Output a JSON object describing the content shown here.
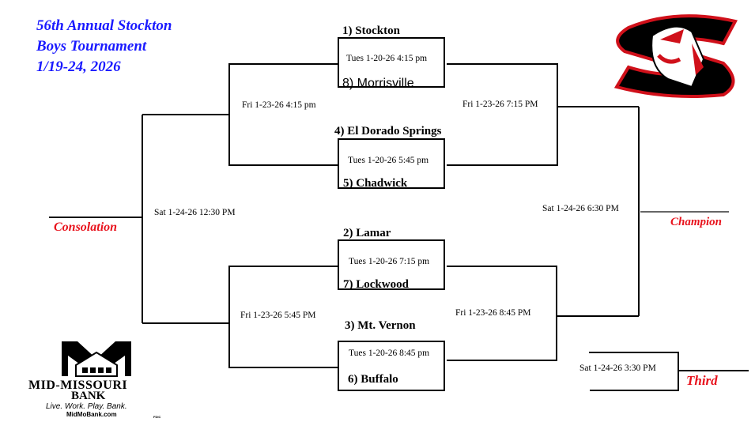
{
  "header": {
    "title_line1": "56th Annual Stockton",
    "title_line2": "Boys Tournament",
    "title_line3": "1/19-24, 2026"
  },
  "colors": {
    "title": "#1a1aff",
    "labels": "#e8121c"
  },
  "games": {
    "g1": {
      "top": "1)  Stockton",
      "bottom": "8) Morrisville",
      "time": "Tues 1-20-26   4:15 pm"
    },
    "g2": {
      "top": "4) El Dorado Springs",
      "bottom": "5) Chadwick",
      "time": "Tues 1-20-26  5:45 pm"
    },
    "g3": {
      "top": "2)  Lamar",
      "bottom": "7)  Lockwood",
      "time": "Tues 1-20-26  7:15 pm"
    },
    "g4": {
      "top": "3)  Mt. Vernon",
      "bottom": "6)  Buffalo",
      "time": "Tues 1-20-26  8:45 pm"
    }
  },
  "times": {
    "cons_semi_top": "Fri 1-23-26  4:15 pm",
    "cons_semi_bottom": "Fri 1-23-26    5:45 PM",
    "semi_top": "Fri 1-23-26   7:15 PM",
    "semi_bottom": "Fri 1-23-26    8:45 PM",
    "consolation_final": "Sat 1-24-26  12:30 PM",
    "championship": "Sat 1-24-26  6:30 PM",
    "third_place": "Sat 1-24-26  3:30 PM"
  },
  "labels": {
    "consolation": "Consolation",
    "champion": "Champion",
    "third": "Third"
  },
  "sponsor": {
    "name_line1": "MID-MISSOURI",
    "name_line2": "BANK",
    "tagline": "Live. Work. Play. Bank.",
    "url": "MidMoBank.com",
    "fdic": "FDIC"
  },
  "logo": {
    "icon": "stockton-tiger-s-logo"
  }
}
